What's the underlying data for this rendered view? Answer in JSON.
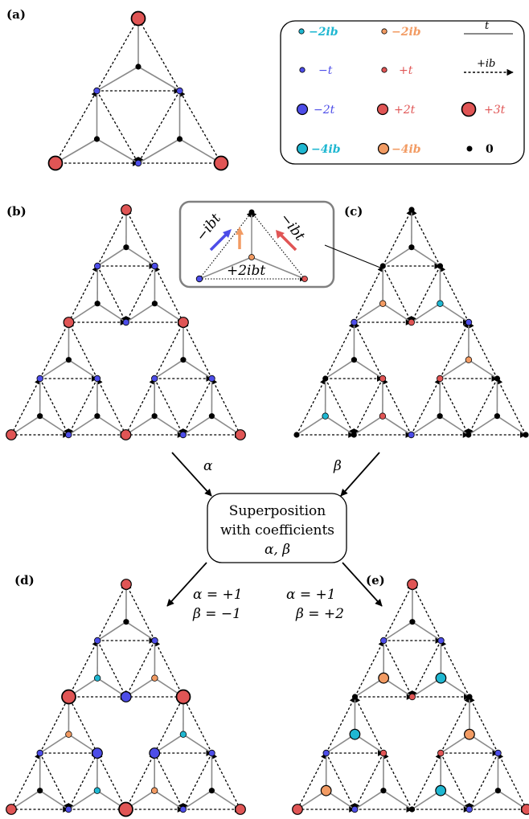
{
  "panels": {
    "a": "(a)",
    "b": "(b)",
    "c": "(c)",
    "d": "(d)",
    "e": "(e)"
  },
  "legend": {
    "items": [
      {
        "key": "cyan_small",
        "label": "−2ib",
        "color": "#1FB7D1"
      },
      {
        "key": "orange_small",
        "label": "−2ib",
        "color": "#F29B63"
      },
      {
        "key": "hop_t",
        "label": "t"
      },
      {
        "key": "blue_small",
        "label": "−t",
        "color": "#4D4DE8"
      },
      {
        "key": "red_small",
        "label": "+t",
        "color": "#E05555"
      },
      {
        "key": "hop_ib",
        "label": "+ib"
      },
      {
        "key": "blue_big",
        "label": "−2t",
        "color": "#4D4DE8"
      },
      {
        "key": "red_big",
        "label": "+2t",
        "color": "#E05555"
      },
      {
        "key": "red_huge",
        "label": "+3t",
        "color": "#E05555"
      },
      {
        "key": "cyan_big",
        "label": "−4ib",
        "color": "#1FB7D1"
      },
      {
        "key": "orange_big",
        "label": "−4ib",
        "color": "#F29B63"
      },
      {
        "key": "black_dot",
        "label": "0",
        "color": "#000000"
      }
    ]
  },
  "inset": {
    "left_label": "−ibt",
    "right_label": "−ibt",
    "bottom_label": "+2ibt"
  },
  "arrows": {
    "alpha": "α",
    "beta": "β"
  },
  "superposition": {
    "line1": "Superposition",
    "line2": "with coefficients",
    "line3": "α, β"
  },
  "coefficients_d": {
    "alpha": "α = +1",
    "beta": "β = −1"
  },
  "coefficients_e": {
    "alpha": "α = +1",
    "beta": "β = +2"
  },
  "colors": {
    "red": "#E05555",
    "blue": "#4D4DE8",
    "cyan": "#1FB7D1",
    "orange": "#F29B63",
    "edge_gray": "#8a8a8a"
  }
}
